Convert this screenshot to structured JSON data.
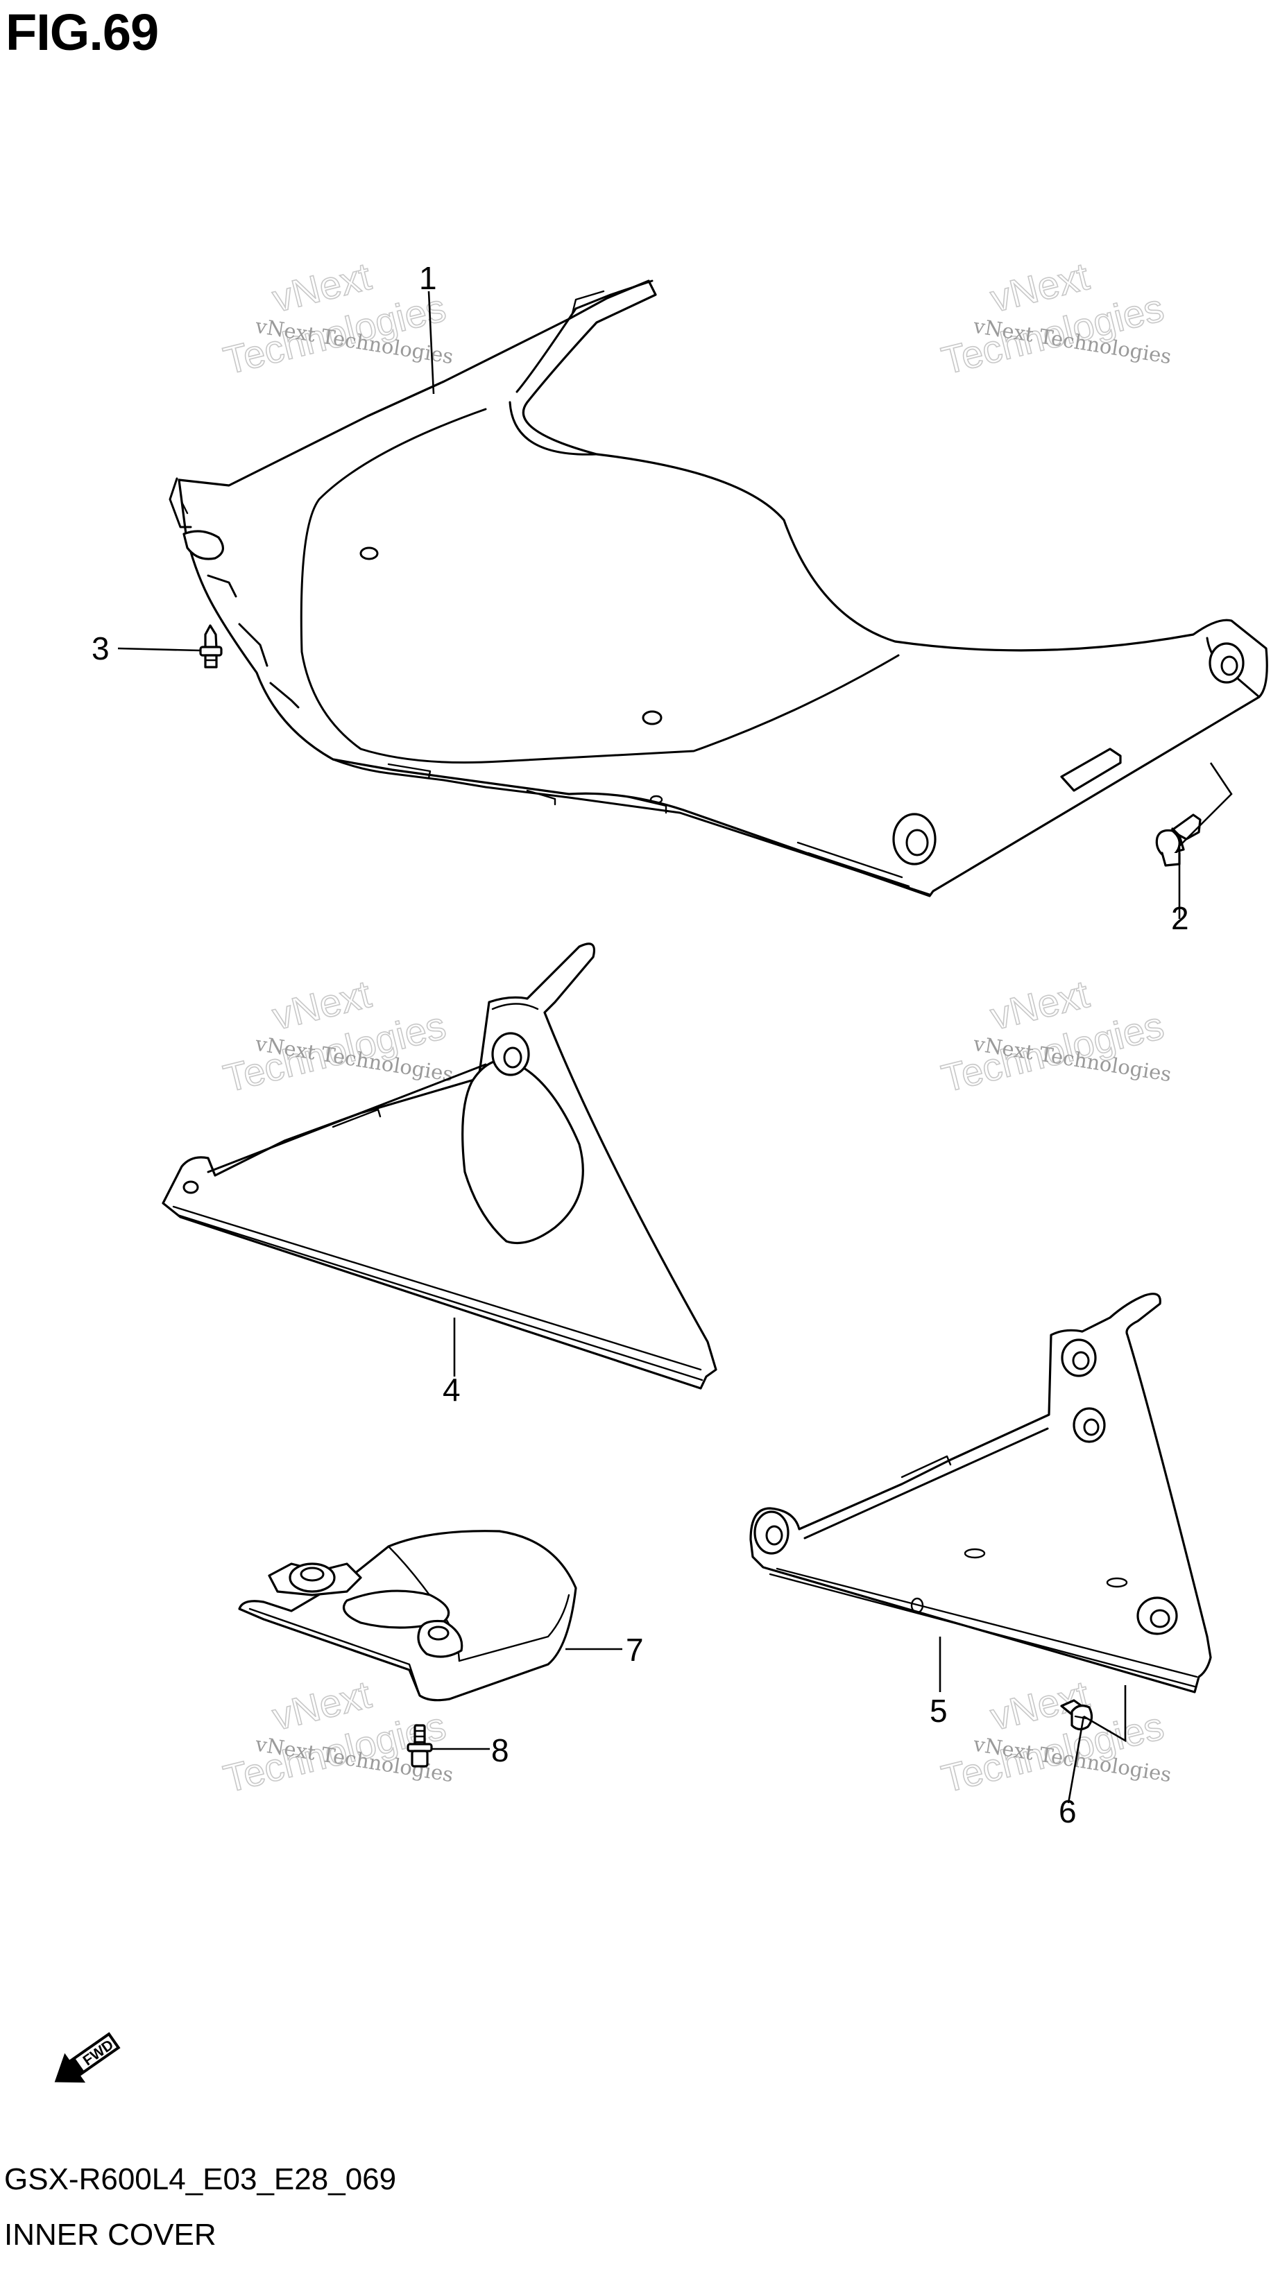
{
  "figure": {
    "title": "FIG.69",
    "code": "GSX-R600L4_E03_E28_069",
    "name": "INNER COVER"
  },
  "watermark": {
    "small": "vNext Technologies",
    "big_line1": "vNext",
    "big_line2": "Technologies"
  },
  "fwd_label": "FWD",
  "callouts": [
    {
      "id": "1",
      "label": "1"
    },
    {
      "id": "2",
      "label": "2"
    },
    {
      "id": "3",
      "label": "3"
    },
    {
      "id": "4",
      "label": "4"
    },
    {
      "id": "5",
      "label": "5"
    },
    {
      "id": "6",
      "label": "6"
    },
    {
      "id": "7",
      "label": "7"
    },
    {
      "id": "8",
      "label": "8"
    }
  ]
}
